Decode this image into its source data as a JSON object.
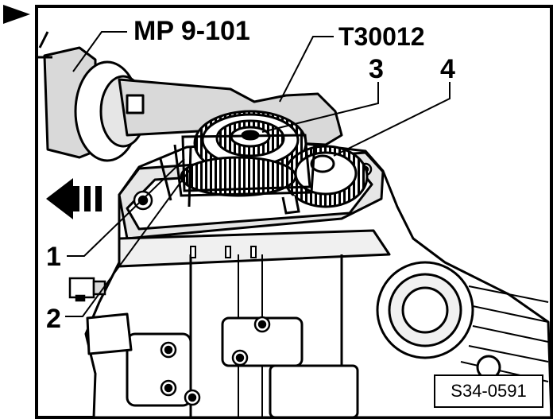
{
  "figure": {
    "figure_id": "S34-0591",
    "tool_labels": [
      "MP 9-101",
      "T30012"
    ],
    "part_labels": [
      "1",
      "2",
      "3",
      "4"
    ],
    "direction_indicator": "arrow-right-icon",
    "direction_arrow": "double-left-arrow-icon",
    "line_color": "#000000",
    "fill_color": "#ffffff",
    "shade_color": "#d9d9d9"
  }
}
